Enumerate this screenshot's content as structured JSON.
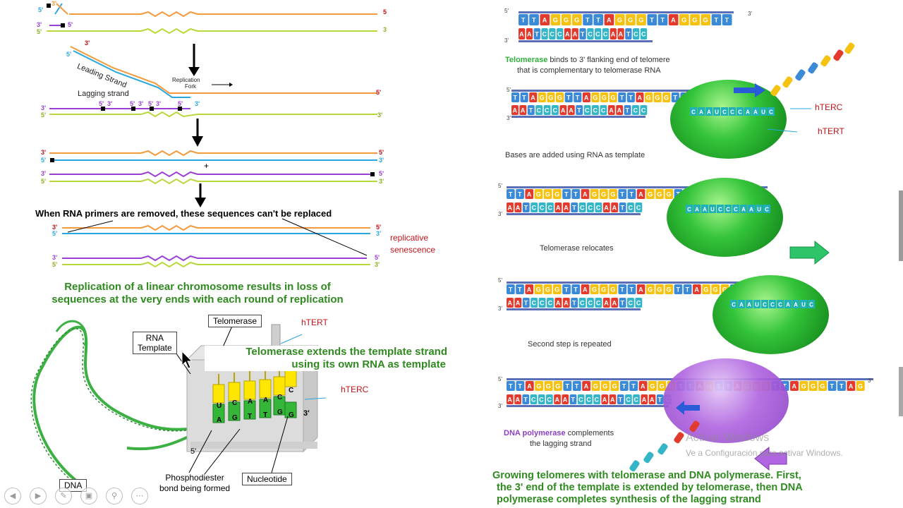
{
  "left_panel": {
    "strand_labels": {
      "five_prime": "5'",
      "three_prime": "3'",
      "five": "5",
      "three": "3"
    },
    "leading_strand": "Leading Strand",
    "lagging_strand": "Lagging strand",
    "replication_fork": "Replication",
    "replication_fork_2": "Fork",
    "primer_removed_caption": "When RNA primers are removed, these sequences can't be replaced",
    "replicative_senescence_1": "replicative",
    "replicative_senescence_2": "senescence",
    "caption_line1": "Replication of a linear chromosome results in loss of",
    "caption_line2": "sequences at the very ends with each round of replication",
    "rna_template_1": "RNA",
    "rna_template_2": "Template",
    "telomerase": "Telomerase",
    "htert": "hTERT",
    "hterc": "hTERC",
    "extends_1": "Telomerase extends the template strand",
    "extends_2": "using its own RNA as template",
    "rna_bases_top": [
      "U",
      "C",
      "A",
      "A",
      "C",
      "C"
    ],
    "dna_bases_bottom": [
      "A",
      "G",
      "T",
      "T",
      "G",
      "G"
    ],
    "three_prime_label": "3'",
    "five_prime_label": "5'",
    "phospho_1": "Phosphodiester",
    "phospho_2": "bond being formed",
    "nucleotide": "Nucleotide",
    "dna": "DNA",
    "plus": "+"
  },
  "right_panel": {
    "step1_title_accent": "Telomerase",
    "step1_title_rest": " binds to 3' flanking end of telomere",
    "step1_title_line2": "that is complementary to telomerase RNA",
    "rna_template_seq": "CAAUCCCAAUC",
    "htert_label": "hTERC",
    "htert_label2": "hTERT",
    "step2_label": "Bases are added using RNA as template",
    "step3_label": "Telomerase relocates",
    "step4_label": "Second step is repeated",
    "step5_accent": "DNA polymerase",
    "step5_rest": " complements",
    "step5_line2": "the lagging strand",
    "caption_line1": "Growing telomeres with telomerase and DNA polymerase.  First,",
    "caption_line2": "the 3' end of the template is extended by telomerase, then DNA",
    "caption_line3": "polymerase completes synthesis of the lagging strand",
    "watermark_1": "Activar Windows",
    "watermark_2": "Ve a Configuración para activar Windows.",
    "top_seq": "TTAGGGTTAGGGTTAGGGTTAG",
    "bottom_seq": "AATCCCAATCCCAATCC",
    "five": "5'",
    "three": "3'"
  },
  "colors": {
    "orange": "#f39a3c",
    "yellow_green": "#b9d83a",
    "cyan": "#2aa7df",
    "purple": "#9b3fd4",
    "red_label": "#c0141a",
    "green_caption": "#2f8a1f",
    "base_T": "#3a8ad8",
    "base_A": "#e23b2e",
    "base_G": "#f5c211",
    "base_C": "#34b6c8",
    "telomerase_green": "#2fbf2f",
    "polymerase_purple": "#b066e0"
  },
  "toolbar_icons": [
    "prev-icon",
    "next-icon",
    "pen-icon",
    "screen-icon",
    "zoom-icon",
    "more-icon"
  ]
}
